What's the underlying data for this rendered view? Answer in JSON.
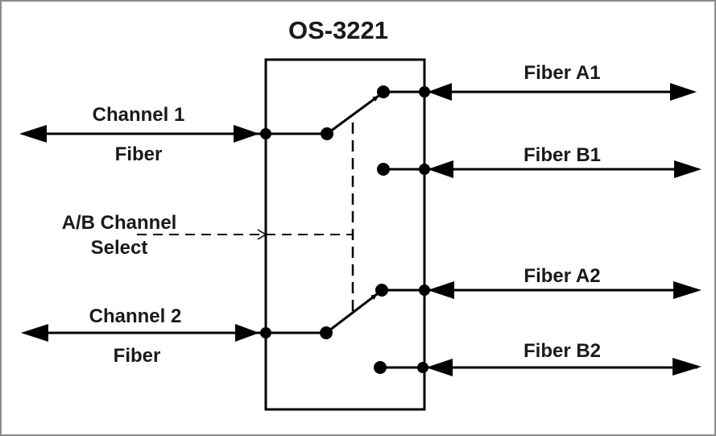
{
  "title": "OS-3221",
  "left_ports": [
    {
      "label_top": "Channel 1",
      "label_bottom": "Fiber"
    },
    {
      "label_top": "Channel 2",
      "label_bottom": "Fiber"
    }
  ],
  "control": {
    "line1": "A/B Channel",
    "line2": "Select"
  },
  "right_ports": [
    {
      "label": "Fiber A1"
    },
    {
      "label": "Fiber B1"
    },
    {
      "label": "Fiber A2"
    },
    {
      "label": "Fiber B2"
    }
  ],
  "switch_state": {
    "channel_1": "Fiber A1",
    "channel_2": "Fiber A2"
  },
  "colors": {
    "line": "#000000",
    "text": "#1a1a1a",
    "frame": "#8a8a8a",
    "background": "#ffffff"
  }
}
